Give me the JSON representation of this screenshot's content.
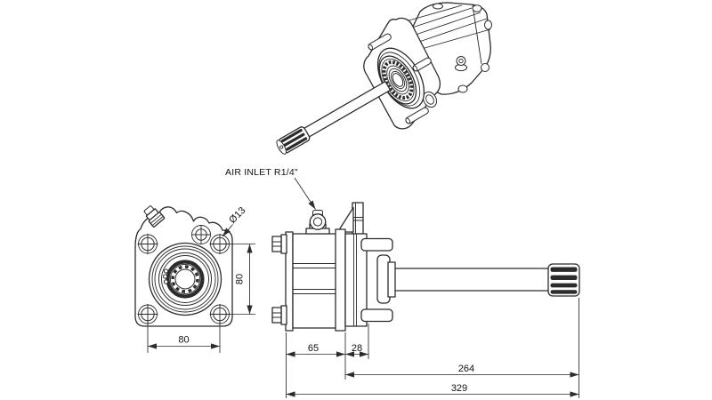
{
  "drawing": {
    "background": "#ffffff",
    "line_color": "#2b2b2b",
    "labels": {
      "air_inlet": "AIR INLET R1/4\"",
      "hole_diameter": "Ø13"
    },
    "front_view": {
      "bolt_spacing_vertical": "80",
      "bolt_spacing_horizontal": "80"
    },
    "side_view": {
      "housing_length": "65",
      "bell_length": "28",
      "shaft_length": "264",
      "total_length": "329"
    }
  }
}
